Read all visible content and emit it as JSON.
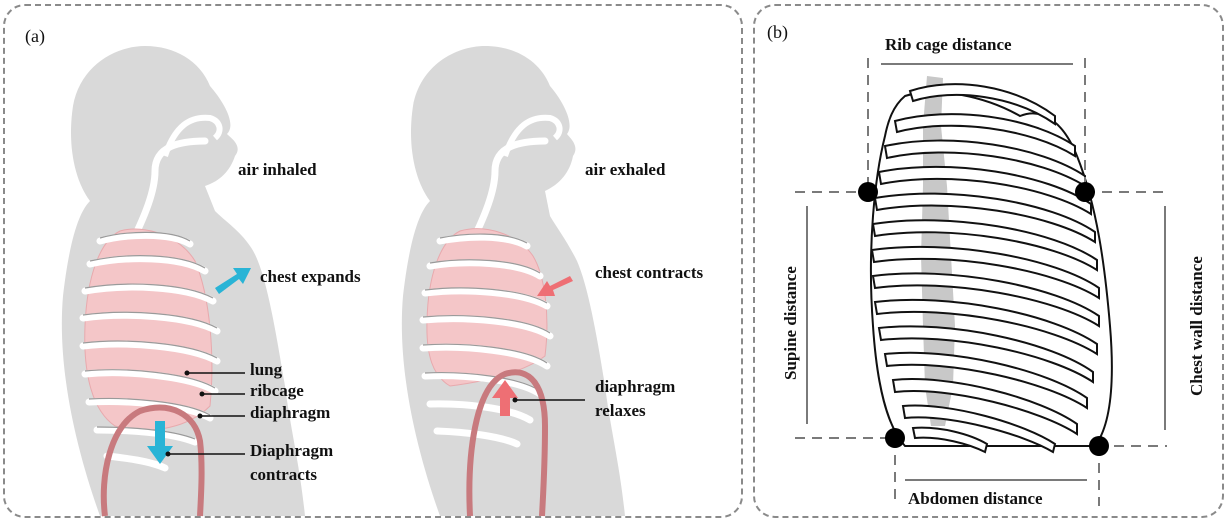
{
  "panel_a": {
    "label": "(a)",
    "inhale": {
      "air": "air inhaled",
      "chest": "chest expands",
      "lung": "lung",
      "ribcage": "ribcage",
      "diaphragm": "diaphragm",
      "diaphragm_action_1": "Diaphragm",
      "diaphragm_action_2": "contracts"
    },
    "exhale": {
      "air": "air exhaled",
      "chest": "chest contracts",
      "diaphragm_action_1": "diaphragm",
      "diaphragm_action_2": "relaxes"
    },
    "colors": {
      "body": "#d9d9d9",
      "lung": "#f4c6c8",
      "expand_arrow": "#29b4d6",
      "contract_arrow": "#ee6f74"
    }
  },
  "panel_b": {
    "label": "(b)",
    "rib_cage_distance": "Rib cage distance",
    "supine_distance": "Supine distance",
    "chest_wall_distance": "Chest wall distance",
    "abdomen_distance": "Abdomen distance"
  }
}
